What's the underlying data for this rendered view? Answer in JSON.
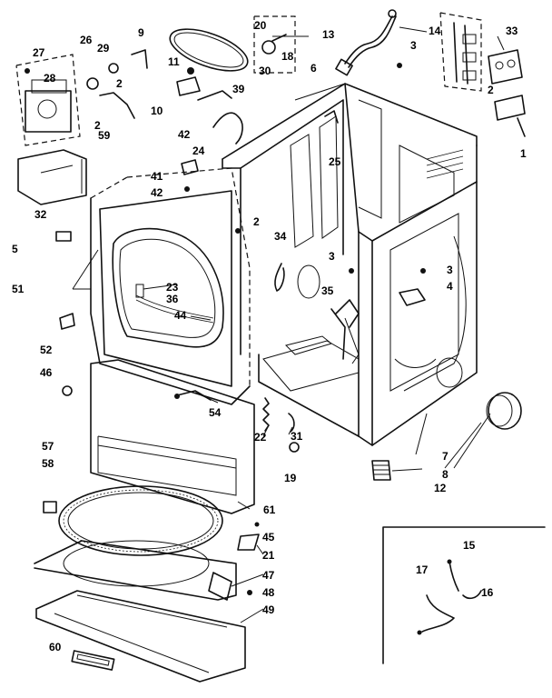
{
  "diagram": {
    "callouts": {
      "c1": "1",
      "c2a": "2",
      "c2b": "2",
      "c2c": "2",
      "c2d": "2",
      "c3a": "3",
      "c3b": "3",
      "c3c": "3",
      "c4": "4",
      "c5": "5",
      "c6": "6",
      "c7": "7",
      "c8": "8",
      "c9": "9",
      "c10": "10",
      "c11": "11",
      "c12": "12",
      "c13": "13",
      "c14": "14",
      "c15": "15",
      "c16": "16",
      "c17": "17",
      "c18": "18",
      "c19": "19",
      "c20": "20",
      "c21": "21",
      "c22": "22",
      "c23": "23",
      "c24": "24",
      "c25": "25",
      "c26": "26",
      "c27": "27",
      "c28": "28",
      "c29": "29",
      "c30": "30",
      "c31": "31",
      "c32": "32",
      "c33": "33",
      "c34": "34",
      "c35": "35",
      "c36": "36",
      "c39": "39",
      "c41": "41",
      "c42a": "42",
      "c42b": "42",
      "c44": "44",
      "c45": "45",
      "c46": "46",
      "c47": "47",
      "c48": "48",
      "c49": "49",
      "c51": "51",
      "c52": "52",
      "c54": "54",
      "c57": "57",
      "c58": "58",
      "c59": "59",
      "c60": "60",
      "c61": "61"
    }
  }
}
